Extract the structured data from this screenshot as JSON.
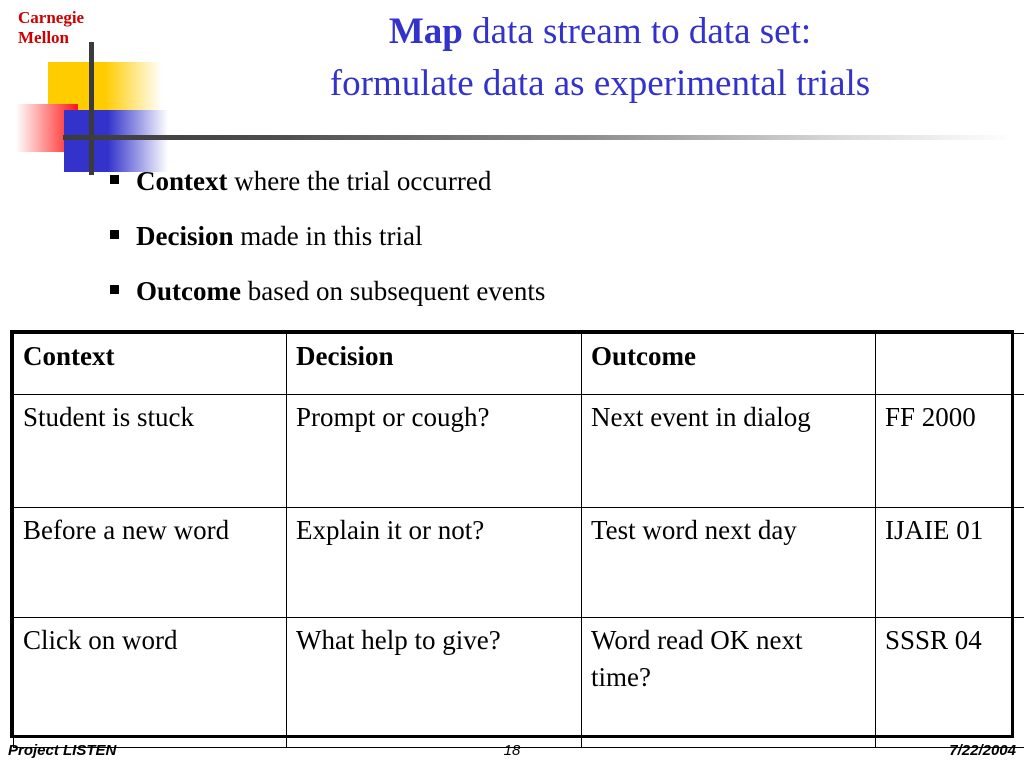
{
  "slide": {
    "logo": {
      "line1": "Carnegie",
      "line2": "Mellon",
      "text_color": "#cc0000",
      "yellow": "#ffcc00",
      "red": "#ff1414",
      "blue": "#3333cc",
      "rule_color": "#3b3b3b"
    },
    "title": {
      "emphasis": "Map",
      "line1_rest": " data stream to data set:",
      "line2": "formulate data as experimental trials",
      "color": "#3333cc"
    },
    "bullets": [
      {
        "bold": "Context",
        "rest": " where the trial occurred"
      },
      {
        "bold": "Decision",
        "rest": " made in this trial"
      },
      {
        "bold": "Outcome",
        "rest": " based on subsequent events"
      }
    ],
    "table": {
      "headers": [
        "Context",
        "Decision",
        "Outcome",
        ""
      ],
      "rows": [
        [
          "Student is stuck",
          "Prompt or cough?",
          "Next event in dialog",
          "FF 2000"
        ],
        [
          "Before a new word",
          "Explain it or not?",
          "Test word next day",
          "IJAIE 01"
        ],
        [
          "Click on word",
          "What help to give?",
          "Word read OK next time?",
          "SSSR 04"
        ]
      ]
    },
    "footer": {
      "left": "Project LISTEN",
      "page": "18",
      "date": "7/22/2004"
    }
  }
}
